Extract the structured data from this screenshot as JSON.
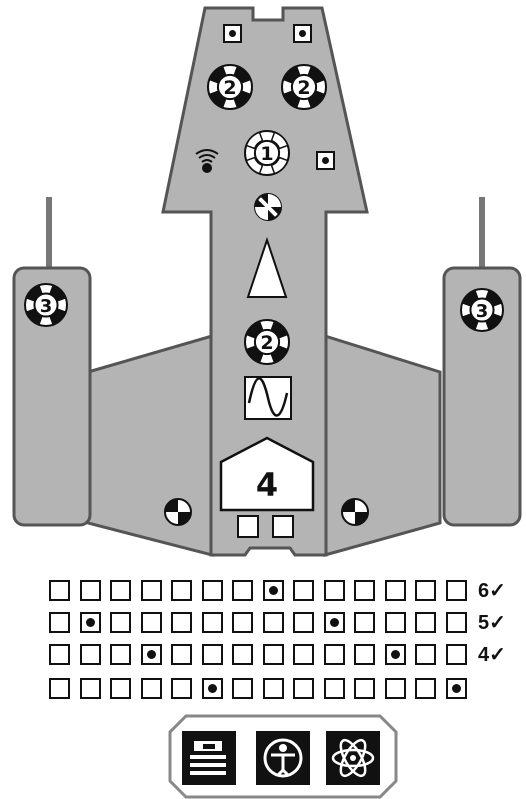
{
  "ship": {
    "hull_color": "#b4b4b4",
    "outline_color": "#555555",
    "weapon_slots": [
      {
        "kind": "weapon",
        "level": "2"
      },
      {
        "kind": "weapon",
        "level": "2"
      },
      {
        "kind": "weapon",
        "level": "1"
      },
      {
        "kind": "weapon",
        "level": "3"
      },
      {
        "kind": "weapon",
        "level": "3"
      },
      {
        "kind": "weapon",
        "level": "2"
      }
    ],
    "reactor_value": "4",
    "icons": [
      "cockpit-port-icon",
      "cockpit-port-icon",
      "sensor-port-icon",
      "signal-antenna-icon",
      "xwing-slot-icon",
      "xwing-slot-icon",
      "xwing-slot-icon",
      "shield-cone-icon",
      "sine-wave-icon",
      "engine-square-icon",
      "engine-square-icon"
    ]
  },
  "tracks": [
    {
      "label": "6✓",
      "dot_index": 7,
      "count": 14
    },
    {
      "label": "5✓",
      "dot_index": 1,
      "dot_index_2": 9,
      "count": 14
    },
    {
      "label": "4✓",
      "dot_index": 3,
      "dot_index_2": 11,
      "count": 14
    },
    {
      "label": "",
      "dot_index": 5,
      "dot_index_2": 13,
      "count": 14
    }
  ],
  "actions": [
    {
      "name": "docking-icon"
    },
    {
      "name": "crew-icon"
    },
    {
      "name": "atom-icon"
    }
  ]
}
